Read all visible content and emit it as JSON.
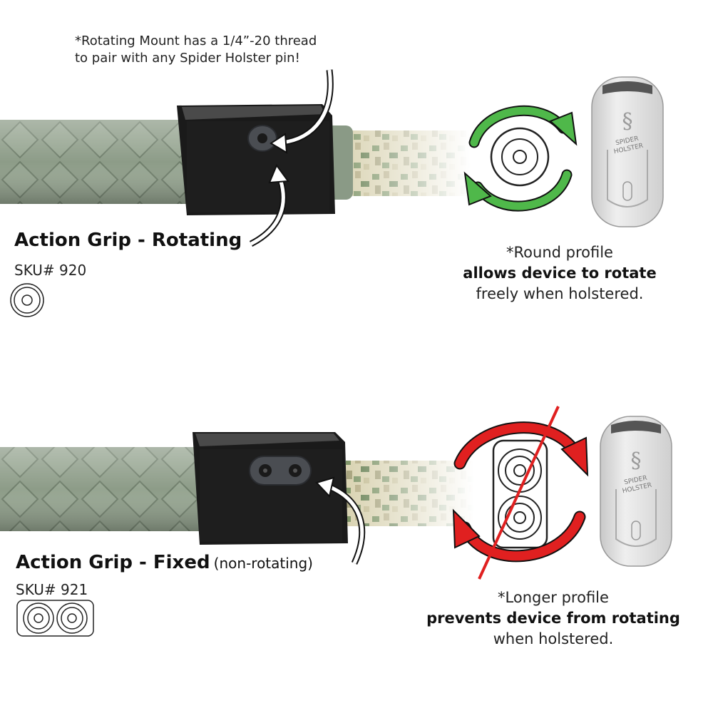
{
  "top_note": {
    "line1": "*Rotating Mount has a 1/4”-20 thread",
    "line2": "to pair with any Spider Holster pin!"
  },
  "rotating": {
    "title": "Action Grip - Rotating",
    "sku": "SKU# 920",
    "caption": {
      "line1": "*Round profile",
      "line2": "allows device to rotate",
      "line3": "freely when holstered."
    },
    "arrow_color": "#4fb84a"
  },
  "fixed": {
    "title": "Action Grip - Fixed",
    "title_suffix": "(non-rotating)",
    "sku": "SKU# 921",
    "caption": {
      "line1": "*Longer profile",
      "line2": "prevents device from rotating",
      "line3": "when holstered."
    },
    "arrow_color": "#e02020"
  },
  "holster_logo": {
    "line1": "SPIDER",
    "line2": "HOLSTER"
  },
  "colors": {
    "grip_green": "#8a9a86",
    "strap_black": "#1a1a1a",
    "camo_tan": "#d8d2b0",
    "camo_green": "#7d9466",
    "holster_gray": "#dcdcdc"
  }
}
